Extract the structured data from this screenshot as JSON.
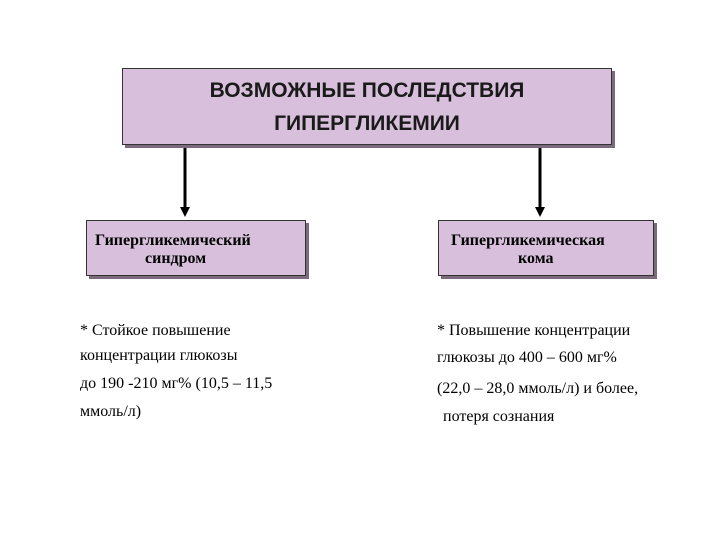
{
  "title": {
    "line1": "ВОЗМОЖНЫЕ  ПОСЛЕДСТВИЯ",
    "line2": "ГИПЕРГЛИКЕМИИ"
  },
  "left": {
    "heading": {
      "line1": "Гипергликемический",
      "line2": "синдром"
    },
    "text": [
      "* Стойкое повышение",
      "концентрации        глюкозы",
      "до 190 -210   мг% (10,5 – 11,5",
      "ммоль/л)"
    ]
  },
  "right": {
    "heading": {
      "line1": "Гипергликемическая",
      "line2": "кома"
    },
    "text": [
      "* Повышение концентрации",
      "глюкозы до 400 – 600 мг%",
      "(22,0 – 28,0 ммоль/л) и более,",
      "потеря сознания"
    ]
  },
  "colors": {
    "box_fill": "#d8c0dc",
    "arrow": "#000000"
  }
}
